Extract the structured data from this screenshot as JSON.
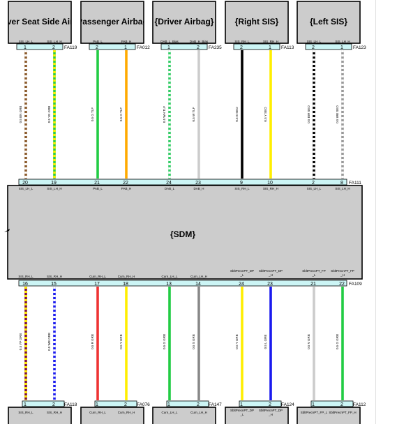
{
  "sdm": {
    "title": "{SDM}"
  },
  "top_connectors": [
    {
      "name": "FA119"
    },
    {
      "name": "FA012"
    },
    {
      "name": "FA235"
    },
    {
      "name": "FA113"
    },
    {
      "name": "FA123"
    }
  ],
  "sdm_top_connector": {
    "name": "FA111"
  },
  "sdm_bottom_connector": {
    "name": "FA109"
  },
  "bottom_connectors": [
    {
      "name": "FA118"
    },
    {
      "name": "FA076"
    },
    {
      "name": "FA147"
    },
    {
      "name": "FA124"
    },
    {
      "name": "FA112"
    }
  ],
  "top_components": [
    {
      "title": "river Seat Side Airb"
    },
    {
      "title": "Passenger Airbag"
    },
    {
      "title": "{Driver Airbag}"
    },
    {
      "title": "{Right SIS}"
    },
    {
      "title": "{Left SIS}"
    }
  ],
  "bottom_components": [
    {
      "title": ""
    },
    {
      "title": ""
    },
    {
      "title": ""
    },
    {
      "title": ""
    },
    {
      "title": ""
    }
  ],
  "top_wires": [
    {
      "comp_pin": "1",
      "comp_sig": "SIS_LH_L",
      "sdm_pin": "20",
      "sdm_sig": "SIS_LH_L",
      "label": "0.5  BN  GRB",
      "color": "#8B5A2B",
      "stripe": "#ffffff"
    },
    {
      "comp_pin": "2",
      "comp_sig": "SIS_LH_H",
      "sdm_pin": "19",
      "sdm_sig": "SIS_LH_H",
      "label": "0.5  YE  GRB",
      "color": "#2ecc40",
      "stripe": "#ffee00"
    },
    {
      "comp_pin": "2",
      "comp_sig": "PAB_L",
      "sdm_pin": "21",
      "sdm_sig": "PAB_L",
      "label": "0.5  G  TLF",
      "color": "#22cc44",
      "stripe": ""
    },
    {
      "comp_pin": "1",
      "comp_sig": "PAB_H",
      "sdm_pin": "22",
      "sdm_sig": "PAB_H",
      "label": "0.5  O  TLF",
      "color": "#ffaa00",
      "stripe": ""
    },
    {
      "comp_pin": "1",
      "comp_sig": "DAB_L_Bias",
      "sdm_pin": "24",
      "sdm_sig": "DAB_L",
      "label": "0.5  WH  TLF",
      "color": "#33cc66",
      "stripe": "#ffffff"
    },
    {
      "comp_pin": "2",
      "comp_sig": "DAB_H_Bias",
      "sdm_pin": "23",
      "sdm_sig": "DAB_H",
      "label": "0.5  W  TLF",
      "color": "#cccccc",
      "stripe": ""
    },
    {
      "comp_pin": "2",
      "comp_sig": "SIS_RH_L",
      "sdm_pin": "9",
      "sdm_sig": "SIS_RH_L",
      "label": "0.5  B  SEO",
      "color": "#000000",
      "stripe": ""
    },
    {
      "comp_pin": "1",
      "comp_sig": "SIS_RH_H",
      "sdm_pin": "10",
      "sdm_sig": "SIS_RH_H",
      "label": "0.5  Y  SEO",
      "color": "#ffee00",
      "stripe": ""
    },
    {
      "comp_pin": "2",
      "comp_sig": "SIS_LH_L",
      "sdm_pin": "2",
      "sdm_sig": "SIS_LH_L",
      "label": "0.5  BW  SEO",
      "color": "#000000",
      "stripe": "#ffffff"
    },
    {
      "comp_pin": "1",
      "comp_sig": "SIS_LH_H",
      "sdm_pin": "8",
      "sdm_sig": "SIS_LH_H",
      "label": "0.5  WB  SEO",
      "color": "#999999",
      "stripe": "#ffffff"
    }
  ],
  "bottom_wires": [
    {
      "sdm_pin": "16",
      "sdm_sig": "SIS_RH_L",
      "comp_pin": "1",
      "comp_sig": "SIS_RH_L",
      "label": "0.5  YP  GRB",
      "color": "#7a1040",
      "stripe": "#ffee00"
    },
    {
      "sdm_pin": "15",
      "sdm_sig": "SIS_RH_H",
      "comp_pin": "2",
      "comp_sig": "SIS_RH_H",
      "label": "0.5  WB  GRB",
      "color": "#1a1aee",
      "stripe": "#ffffff"
    },
    {
      "sdm_pin": "17",
      "sdm_sig": "Curn_RH_L",
      "comp_pin": "1",
      "comp_sig": "Curn_RH_L",
      "label": "0.5  R  GRB",
      "color": "#ee3333",
      "stripe": ""
    },
    {
      "sdm_pin": "18",
      "sdm_sig": "Curn_RH_H",
      "comp_pin": "2",
      "comp_sig": "Curn_RH_H",
      "label": "0.5  Y  GRB",
      "color": "#ffee00",
      "stripe": ""
    },
    {
      "sdm_pin": "13",
      "sdm_sig": "Curn_LH_L",
      "comp_pin": "1",
      "comp_sig": "Curn_LH_L",
      "label": "0.5  G  GRB",
      "color": "#22cc44",
      "stripe": ""
    },
    {
      "sdm_pin": "14",
      "sdm_sig": "Curn_LH_H",
      "comp_pin": "2",
      "comp_sig": "Curn_LH_H",
      "label": "0.5  S  GRB",
      "color": "#888888",
      "stripe": ""
    },
    {
      "sdm_pin": "24",
      "sdm_sig": "SbltPrecnPT_DP_L",
      "comp_pin": "1",
      "comp_sig": "SbltPrecnPT_DP_L",
      "label": "0.5  Y  GRB",
      "color": "#ffee00",
      "stripe": ""
    },
    {
      "sdm_pin": "23",
      "sdm_sig": "SbltPrecnPT_DP_H",
      "comp_pin": "2",
      "comp_sig": "SbltPrecnPT_DP_H",
      "label": "0.5  L  GRB",
      "color": "#1a1aee",
      "stripe": ""
    },
    {
      "sdm_pin": "21",
      "sdm_sig": "SbltPrecnPT_FP_L",
      "comp_pin": "1",
      "comp_sig": "SbltPrecnPT_FP_L",
      "label": "0.5  V  GRB",
      "color": "#cccccc",
      "stripe": ""
    },
    {
      "sdm_pin": "22",
      "sdm_sig": "SbltPrecnPT_FP_H",
      "comp_pin": "2",
      "comp_sig": "SbltPrecnPT_FP_H",
      "label": "0.5  G  GRB",
      "color": "#22cc44",
      "stripe": ""
    }
  ]
}
